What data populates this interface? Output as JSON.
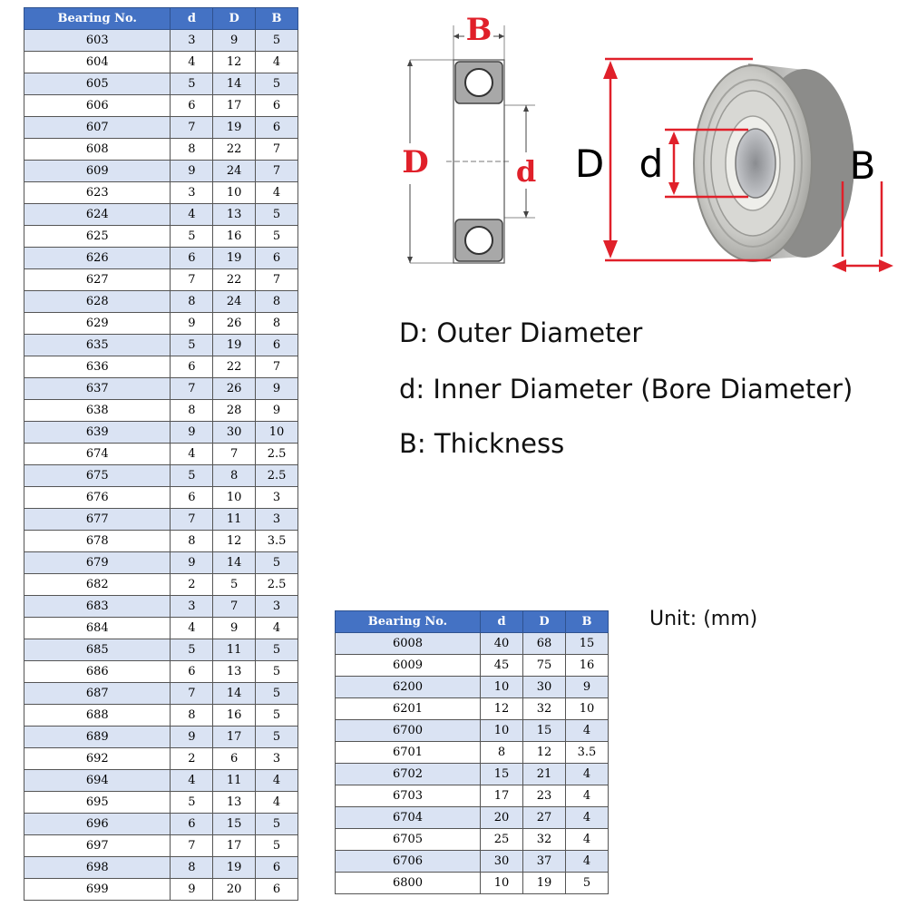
{
  "table1": {
    "headers": [
      "Bearing No.",
      "d",
      "D",
      "B"
    ],
    "rows": [
      [
        "603",
        "3",
        "9",
        "5"
      ],
      [
        "604",
        "4",
        "12",
        "4"
      ],
      [
        "605",
        "5",
        "14",
        "5"
      ],
      [
        "606",
        "6",
        "17",
        "6"
      ],
      [
        "607",
        "7",
        "19",
        "6"
      ],
      [
        "608",
        "8",
        "22",
        "7"
      ],
      [
        "609",
        "9",
        "24",
        "7"
      ],
      [
        "623",
        "3",
        "10",
        "4"
      ],
      [
        "624",
        "4",
        "13",
        "5"
      ],
      [
        "625",
        "5",
        "16",
        "5"
      ],
      [
        "626",
        "6",
        "19",
        "6"
      ],
      [
        "627",
        "7",
        "22",
        "7"
      ],
      [
        "628",
        "8",
        "24",
        "8"
      ],
      [
        "629",
        "9",
        "26",
        "8"
      ],
      [
        "635",
        "5",
        "19",
        "6"
      ],
      [
        "636",
        "6",
        "22",
        "7"
      ],
      [
        "637",
        "7",
        "26",
        "9"
      ],
      [
        "638",
        "8",
        "28",
        "9"
      ],
      [
        "639",
        "9",
        "30",
        "10"
      ],
      [
        "674",
        "4",
        "7",
        "2.5"
      ],
      [
        "675",
        "5",
        "8",
        "2.5"
      ],
      [
        "676",
        "6",
        "10",
        "3"
      ],
      [
        "677",
        "7",
        "11",
        "3"
      ],
      [
        "678",
        "8",
        "12",
        "3.5"
      ],
      [
        "679",
        "9",
        "14",
        "5"
      ],
      [
        "682",
        "2",
        "5",
        "2.5"
      ],
      [
        "683",
        "3",
        "7",
        "3"
      ],
      [
        "684",
        "4",
        "9",
        "4"
      ],
      [
        "685",
        "5",
        "11",
        "5"
      ],
      [
        "686",
        "6",
        "13",
        "5"
      ],
      [
        "687",
        "7",
        "14",
        "5"
      ],
      [
        "688",
        "8",
        "16",
        "5"
      ],
      [
        "689",
        "9",
        "17",
        "5"
      ],
      [
        "692",
        "2",
        "6",
        "3"
      ],
      [
        "694",
        "4",
        "11",
        "4"
      ],
      [
        "695",
        "5",
        "13",
        "4"
      ],
      [
        "696",
        "6",
        "15",
        "5"
      ],
      [
        "697",
        "7",
        "17",
        "5"
      ],
      [
        "698",
        "8",
        "19",
        "6"
      ],
      [
        "699",
        "9",
        "20",
        "6"
      ]
    ]
  },
  "table2": {
    "headers": [
      "Bearing No.",
      "d",
      "D",
      "B"
    ],
    "rows": [
      [
        "6008",
        "40",
        "68",
        "15"
      ],
      [
        "6009",
        "45",
        "75",
        "16"
      ],
      [
        "6200",
        "10",
        "30",
        "9"
      ],
      [
        "6201",
        "12",
        "32",
        "10"
      ],
      [
        "6700",
        "10",
        "15",
        "4"
      ],
      [
        "6701",
        "8",
        "12",
        "3.5"
      ],
      [
        "6702",
        "15",
        "21",
        "4"
      ],
      [
        "6703",
        "17",
        "23",
        "4"
      ],
      [
        "6704",
        "20",
        "27",
        "4"
      ],
      [
        "6705",
        "25",
        "32",
        "4"
      ],
      [
        "6706",
        "30",
        "37",
        "4"
      ],
      [
        "6800",
        "10",
        "19",
        "5"
      ]
    ]
  },
  "diagram_labels": {
    "thickness": "B",
    "outer": "D",
    "inner": "d"
  },
  "photo_labels": {
    "outer": "D",
    "inner": "d",
    "thickness": "B"
  },
  "legend": {
    "outer": "D: Outer Diameter",
    "inner": "d: Inner Diameter (Bore Diameter)",
    "thickness": "B: Thickness"
  },
  "unit": "Unit: (mm)",
  "colors": {
    "header_bg": "#4472c4",
    "stripe": "#dae3f3",
    "annotation_red": "#e0202a"
  }
}
